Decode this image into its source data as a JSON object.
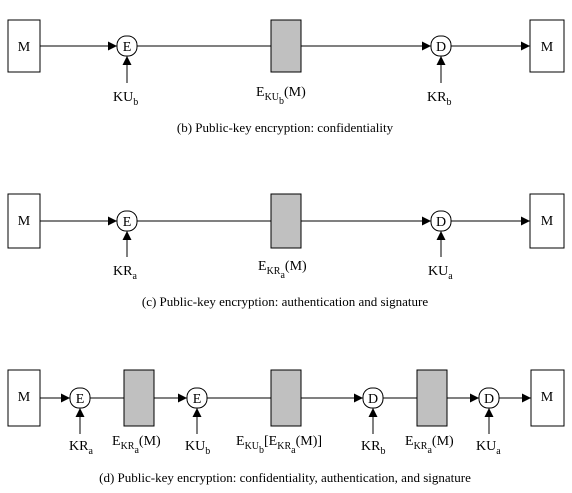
{
  "diagrams": [
    {
      "caption": "(b) Public-key encryption: confidentiality",
      "message_in": "M",
      "message_out": "M",
      "op1": "E",
      "key1": {
        "base": "KU",
        "sub": "b"
      },
      "cipher": {
        "E": "E",
        "kb": "KU",
        "ks": "b",
        "tail": "(M)"
      },
      "op2": "D",
      "key2": {
        "base": "KR",
        "sub": "b"
      }
    },
    {
      "caption": "(c) Public-key encryption: authentication and signature",
      "message_in": "M",
      "message_out": "M",
      "op1": "E",
      "key1": {
        "base": "KR",
        "sub": "a"
      },
      "cipher": {
        "E": "E",
        "kb": "KR",
        "ks": "a",
        "tail": "(M)"
      },
      "op2": "D",
      "key2": {
        "base": "KU",
        "sub": "a"
      }
    },
    {
      "caption": "(d) Public-key encryption: confidentiality, authentication, and signature",
      "message_in": "M",
      "message_out": "M",
      "ops": [
        "E",
        "E",
        "D",
        "D"
      ],
      "keys": [
        {
          "base": "KR",
          "sub": "a"
        },
        {
          "base": "KU",
          "sub": "b"
        },
        {
          "base": "KR",
          "sub": "b"
        },
        {
          "base": "KU",
          "sub": "a"
        }
      ],
      "cipher1": {
        "E": "E",
        "kb": "KR",
        "ks": "a",
        "tail": "(M)"
      },
      "cipher2": {
        "E": "E",
        "kb": "KU",
        "ks": "b",
        "open": "[E",
        "ib": "KR",
        "is": "a",
        "close": "(M)]"
      },
      "cipher3": {
        "E": "E",
        "kb": "KR",
        "ks": "a",
        "tail": "(M)"
      }
    }
  ]
}
